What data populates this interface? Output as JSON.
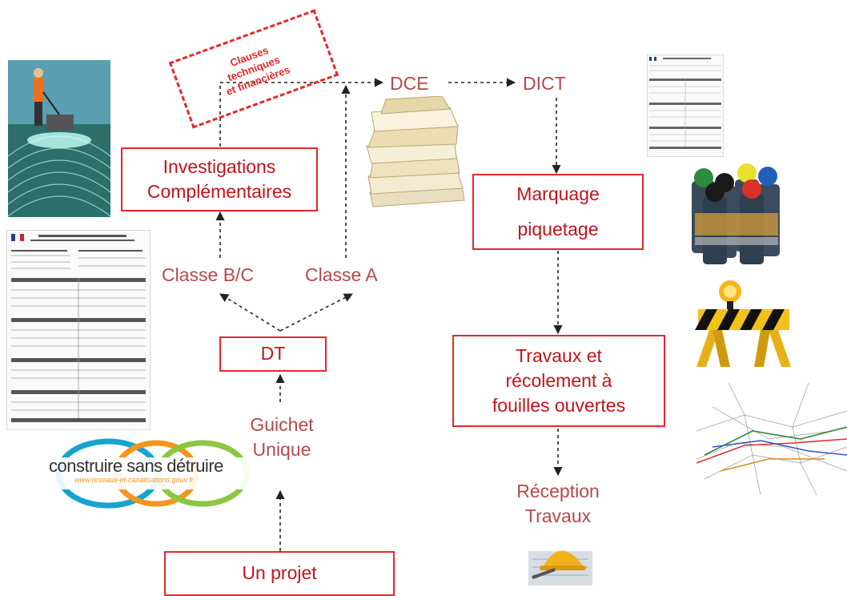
{
  "nodes": {
    "clauses": [
      "Clauses",
      "techniques",
      "et financières"
    ],
    "dce": "DCE",
    "dict": "DICT",
    "investigations": [
      "Investigations",
      "Complémentaires"
    ],
    "marquage": [
      "Marquage",
      "piquetage"
    ],
    "classe_bc": "Classe B/C",
    "classe_a": "Classe A",
    "dt": "DT",
    "guichet": [
      "Guichet",
      "Unique"
    ],
    "travaux": [
      "Travaux et",
      "récolement à",
      "fouilles ouvertes"
    ],
    "reception": [
      "Réception",
      "Travaux"
    ],
    "projet": "Un projet"
  },
  "logo": {
    "title": "construire sans détruire",
    "url": "www.reseaux-et-canalisations.gouv.fr"
  },
  "colors": {
    "box_border": "#e8262b",
    "box_text": "#c0141a",
    "label_text": "#b5494c",
    "arrow": "#222222"
  }
}
